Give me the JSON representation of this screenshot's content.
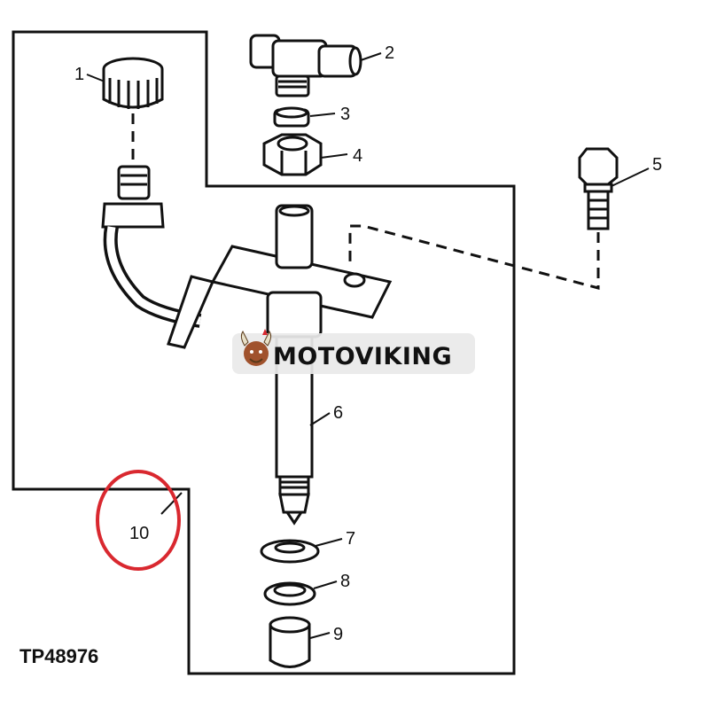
{
  "figure": {
    "code": "TP48976",
    "callouts": [
      "1",
      "2",
      "3",
      "4",
      "5",
      "6",
      "7",
      "8",
      "9",
      "10"
    ]
  },
  "watermark": {
    "text": "MOTOVIKING"
  },
  "highlight": {
    "color": "#d9282f",
    "target": "10"
  }
}
